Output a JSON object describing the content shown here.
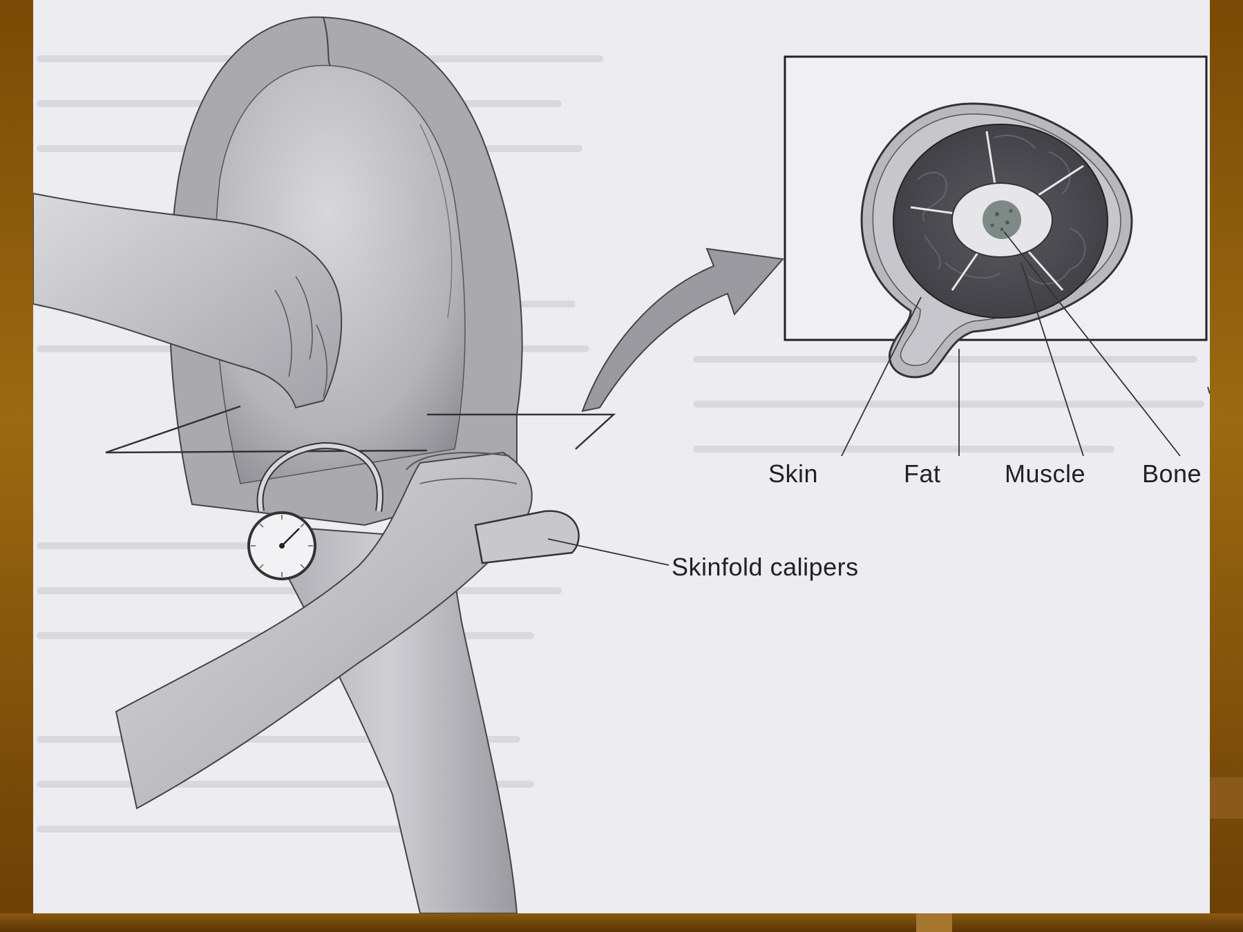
{
  "labels": {
    "skin": "Skin",
    "fat": "Fat",
    "muscle": "Muscle",
    "bone": "Bone",
    "calipers": "Skinfold calipers"
  },
  "colors": {
    "frame": "#7a4a06",
    "paper": "#ececf1",
    "muscle_fill": "#4a4a4e",
    "fat_fill": "#b8b8be",
    "line": "#333333"
  },
  "icons": {
    "arrow": "curved-arrow-icon",
    "dial": "caliper-dial-icon"
  }
}
